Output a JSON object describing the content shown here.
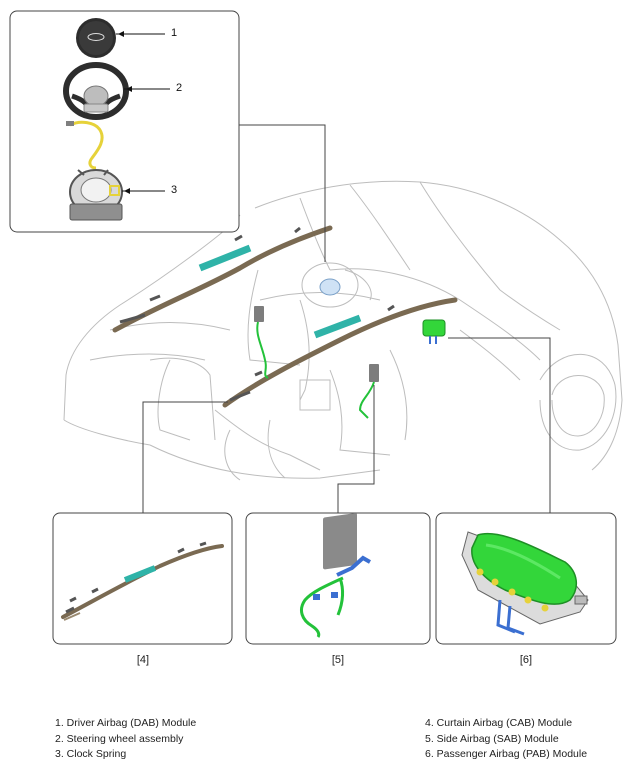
{
  "callouts": {
    "c1": "1",
    "c2": "2",
    "c3": "3"
  },
  "sub_captions": {
    "s4": "[4]",
    "s5": "[5]",
    "s6": "[6]"
  },
  "legend_left": [
    "1. Driver Airbag (DAB) Module",
    "2. Steering wheel assembly",
    "3. Clock Spring"
  ],
  "legend_right": [
    "4. Curtain Airbag (CAB) Module",
    "5. Side Airbag (SAB) Module",
    "6. Passenger Airbag (PAB) Module"
  ],
  "colors": {
    "frame": "#444444",
    "car_line": "#bdbdbd",
    "curtain_brown": "#7a6a52",
    "curtain_teal": "#2fb3a8",
    "wire_green": "#23c23a",
    "module_green": "#33d63a",
    "connector_blue": "#3b6fd1",
    "clock_yellow": "#e6d23a",
    "gray_module": "#8a8a8a"
  }
}
